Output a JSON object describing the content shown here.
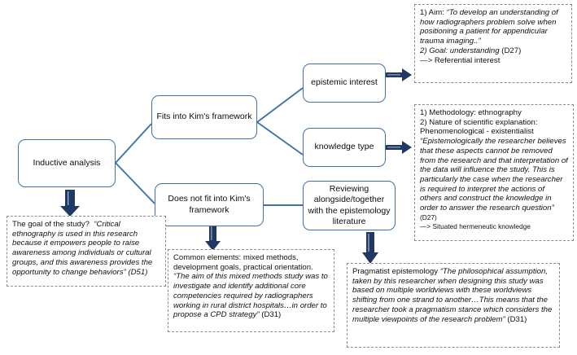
{
  "diagram": {
    "title": "Inductive analysis framework mapping diagram",
    "accent_box_border": "#3f72ac",
    "connector_color": "#3f72ac",
    "arrow_color": "#1f3864",
    "note_border": "#8c8c8c"
  },
  "nodes": [
    {
      "id": "inductive-analysis",
      "label": "Inductive analysis"
    },
    {
      "id": "fits-kim",
      "label": "Fits into Kim's framework"
    },
    {
      "id": "not-fit-kim",
      "label": "Does not fit into Kim's framework"
    },
    {
      "id": "epistemic-interest",
      "label": "epistemic interest"
    },
    {
      "id": "knowledge-type",
      "label": "knowledge type"
    },
    {
      "id": "reviewing-epistemology",
      "label": "Reviewing alongside/together with the epistemology literature"
    }
  ],
  "notes": {
    "goal_of_study": {
      "lead": "The goal of the study?",
      "quote": "“Critical ethnography is used in this research because it empowers people to raise awareness among individuals or cultural groups, and this awareness provides the opportunity to change behaviors”",
      "source": "(D51)"
    },
    "aim_goal": {
      "line1_lead": "1) Aim:",
      "line1_quote": "“To develop an understanding of how radiographers problem solve when positioning a patient for appendicular trauma imaging..”",
      "line2": "2) Goal: understanding",
      "line2_source": "(D27)",
      "line3": "—> Referential interest"
    },
    "methodology": {
      "line1": "1) Methodology: ethnography",
      "line2": "2) Nature of scientific explanation: Phenomenological - existentialist",
      "quote": "“Epistemologically the researcher believes that these aspects cannot be removed from the research and that interpretation of the data will influence the study. This is particularly the case when the researcher is required to interpret the actions of others and construct the knowledge in order to answer the research question”",
      "source": "(D27)",
      "conclusion": "—> Situated hermeneutic knowledge"
    },
    "common_elements": {
      "lead": "Common elements: mixed methods, development goals, practical orientation.",
      "quote": "“The aim of this mixed methods study was to investigate and identify additional core competencies required by radiographers working in rural district hospitals…in order to propose a CPD strategy”",
      "source": "(D31)"
    },
    "pragmatist": {
      "lead": "Pragmatist epistemology",
      "quote": "“The philosophical assumption, taken by this researcher when designing this study was based on multiple worldviews with these worldviews shifting from one strand to another…This means that the researcher took a pragmatism stance which considers the multiple viewpoints of the research problem”",
      "source": "(D31)"
    }
  }
}
